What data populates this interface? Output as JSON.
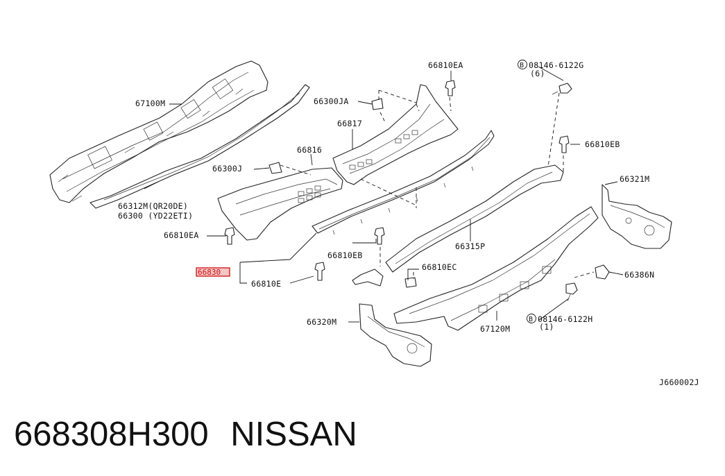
{
  "labels": {
    "p67100M": "67100M",
    "p66312M": "66312M(QR20DE)",
    "p66300_yd": "66300 (YD22ETI)",
    "p66300JA": "66300JA",
    "p66817": "66817",
    "p66816": "66816",
    "p66300J": "66300J",
    "p66810EA_top": "66810EA",
    "p66810EA_left": "66810EA",
    "bolt_g_badge": "B",
    "bolt_g": "08146-6122G",
    "bolt_g_qty": "(6)",
    "p66810EB_right": "66810EB",
    "p66810EB_mid": "66810EB",
    "p66321M": "66321M",
    "p66315P": "66315P",
    "p66810EC": "66810EC",
    "p66386N": "66386N",
    "p66830": "66830",
    "p66810E": "66810E",
    "p66320M": "66320M",
    "p67120M": "67120M",
    "bolt_h_badge": "B",
    "bolt_h": "08146-6122H",
    "bolt_h_qty": "(1)",
    "diagram_code": "J660002J"
  },
  "highlight_color": "#d01010",
  "caption": {
    "part_number": "668308H300",
    "brand": "NISSAN"
  }
}
